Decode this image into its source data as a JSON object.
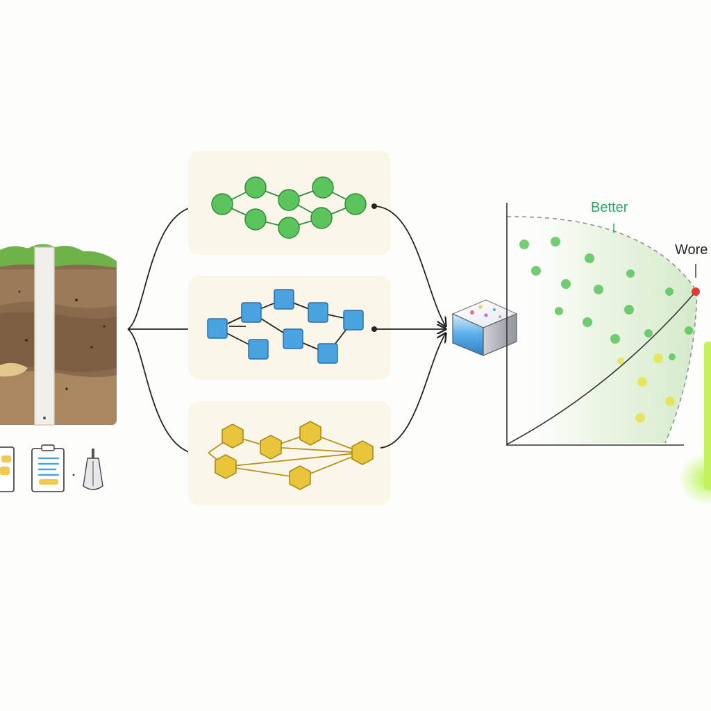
{
  "labels": {
    "better": "Better",
    "worse": "Wore"
  },
  "colors": {
    "background": "#fdfdfc",
    "panel": "#faf7ea",
    "green_node": "#5cc45c",
    "blue_node": "#4aa3e0",
    "yellow_node": "#e8c53a",
    "better_text": "#2aa86a",
    "worst_point": "#e53935",
    "soil": "#8b6a4a",
    "grass": "#6fb24a",
    "glow_bar": "#b6f24a"
  },
  "icons": [
    "soil-profile-icon",
    "clipboard-icon",
    "checklist-icon",
    "cone-penetrometer-icon",
    "data-cube-icon"
  ],
  "networks": [
    {
      "name": "network-green",
      "shape": "circle"
    },
    {
      "name": "network-blue",
      "shape": "square"
    },
    {
      "name": "network-yellow",
      "shape": "hexagon"
    }
  ]
}
